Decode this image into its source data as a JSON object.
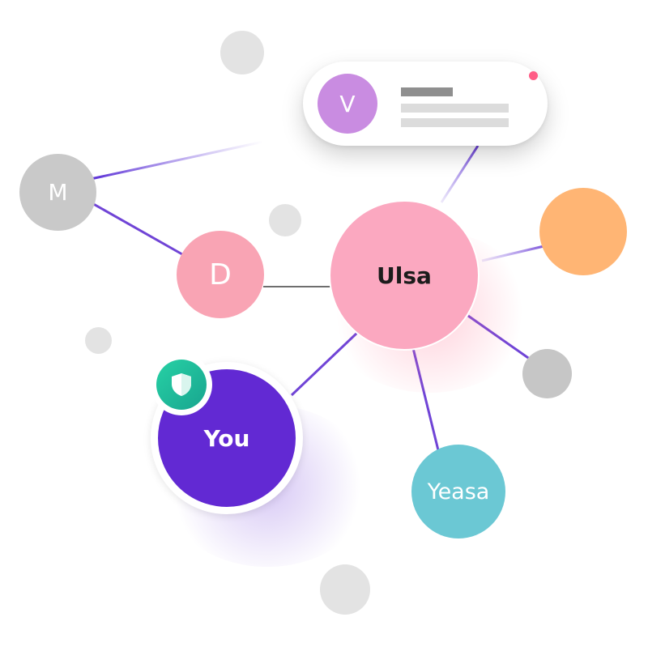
{
  "nodes": {
    "user_m": {
      "initial": "M",
      "color": "#c9c9c9"
    },
    "user_d": {
      "initial": "D",
      "color": "#f9a4b4"
    },
    "user_ulsa": {
      "name": "Ulsa",
      "color": "#fba8c0"
    },
    "user_you": {
      "name": "You",
      "color": "#6229d3",
      "badge_color": "#20c5a0"
    },
    "user_yeasa": {
      "name": "Yeasa",
      "color": "#6bc8d4"
    },
    "user_orange": {
      "color": "#ffb574"
    },
    "user_gray": {
      "color": "#c6c6c6"
    }
  },
  "card": {
    "avatar_initial": "V",
    "avatar_color": "#c98ce1",
    "notification_color": "#ff5d86"
  },
  "colors": {
    "edge_purple": "#7044d6",
    "edge_dark": "#3f3f3f",
    "background_dot": "#e3e3e3"
  }
}
